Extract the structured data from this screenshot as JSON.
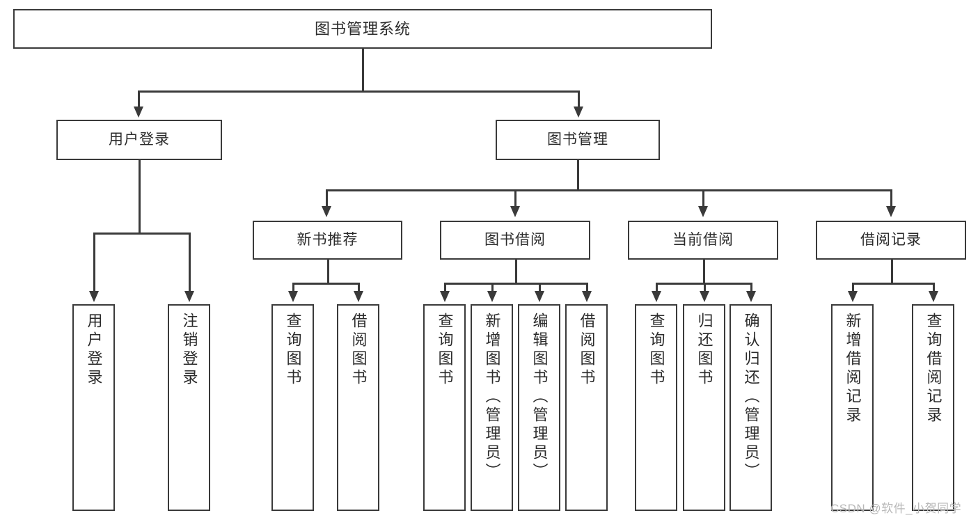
{
  "diagram": {
    "type": "tree-hierarchy-chart",
    "title": "图书管理系统",
    "watermark": "CSDN @软件_小贺同学",
    "colors": {
      "box_border": "#3a3a3a",
      "box_fill": "#ffffff",
      "connector": "#3a3a3a",
      "text": "#2b2b2b",
      "watermark": "#b8b8b8",
      "background": "#ffffff"
    },
    "root": {
      "label": "图书管理系统"
    },
    "level1": [
      {
        "label": "用户登录"
      },
      {
        "label": "图书管理"
      }
    ],
    "level2": [
      {
        "label": "新书推荐"
      },
      {
        "label": "图书借阅"
      },
      {
        "label": "当前借阅"
      },
      {
        "label": "借阅记录"
      }
    ],
    "leaves": {
      "user_login": [
        {
          "label": "用户登录"
        },
        {
          "label": "注销登录"
        }
      ],
      "new_book_recommend": [
        {
          "label": "查询图书"
        },
        {
          "label": "借阅图书"
        }
      ],
      "book_borrow": [
        {
          "label": "查询图书"
        },
        {
          "label": "新增图书（管理员）"
        },
        {
          "label": "编辑图书（管理员）"
        },
        {
          "label": "借阅图书"
        }
      ],
      "current_borrow": [
        {
          "label": "查询图书"
        },
        {
          "label": "归还图书"
        },
        {
          "label": "确认归还（管理员）"
        }
      ],
      "borrow_record": [
        {
          "label": "新增借阅记录"
        },
        {
          "label": "查询借阅记录"
        }
      ]
    }
  }
}
